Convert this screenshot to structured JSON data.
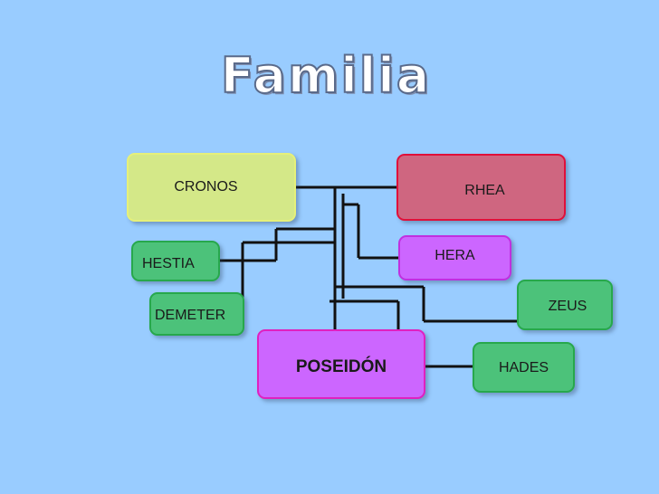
{
  "title": "Familia",
  "nodes": {
    "cronos": "CRONOS",
    "rhea": "RHEA",
    "hestia": "HESTIA",
    "hera": "HERA",
    "zeus": "ZEUS",
    "demeter": "DEMETER",
    "poseidon": "POSEIDÓN",
    "hades": "HADES"
  },
  "colors": {
    "background": "#99ccff",
    "parent_cronos": "#d4e888",
    "parent_rhea": "#cf6680",
    "child_female": "#cc66ff",
    "child_male": "#4cc27a"
  }
}
